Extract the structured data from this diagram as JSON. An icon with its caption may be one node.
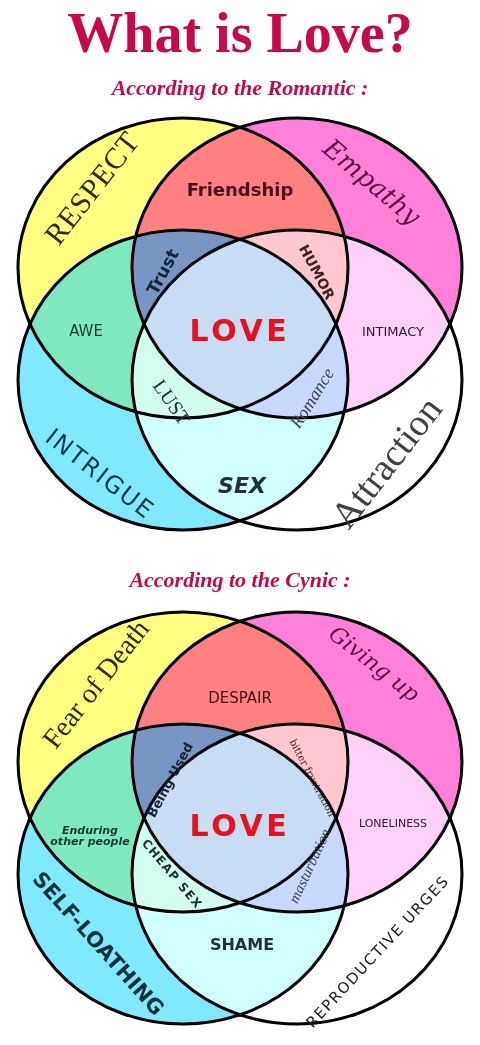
{
  "diagram": {
    "title": "What is Love?",
    "labels": [
      "According to the Romantic :",
      "RESPECT",
      "Empathy",
      "Friendship",
      "Trust",
      "HUMOR",
      "AWE",
      "LOVE",
      "INTIMACY",
      "LUST",
      "Romance",
      "INTRIGUE",
      "SEX",
      "Attraction",
      "According to the Cynic :",
      "Fear of Death",
      "Giving up",
      "DESPAIR",
      "Being Used",
      "bitter frustration",
      "Enduring other people",
      "LOVE",
      "LONELINESS",
      "CHEAP SEX",
      "masturbation",
      "SELF-LOATHING",
      "SHAME",
      "REPRODUCTIVE URGES"
    ]
  }
}
